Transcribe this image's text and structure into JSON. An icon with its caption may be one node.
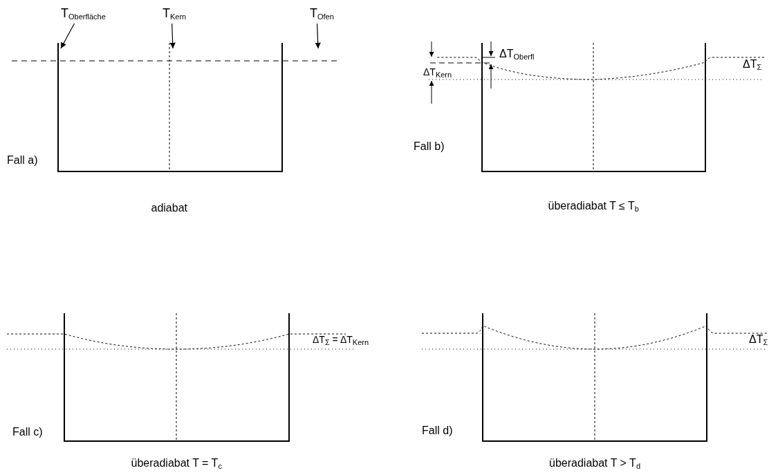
{
  "diagram": {
    "nodes": [
      {
        "text": [
          "T$_{Oberfläche}$"
        ]
      },
      {
        "text": [
          "T$_{Kern}$"
        ]
      },
      {
        "text": [
          "T$_{Ofen}$"
        ]
      }
    ],
    "edges": [
      {
        "from": 0,
        "to": null,
        "arrow": "to"
      },
      {
        "from": 1,
        "to": null,
        "arrow": "to"
      },
      {
        "from": 2,
        "to": null,
        "arrow": "to"
      }
    ],
    "labels": [
      "Fall a)",
      "adiabat",
      "ΔT$_{Oberfl}$",
      "ΔT$_{Kern}$",
      "ΔT$_{Σ}$",
      "Fall b)",
      "überadiabat T ≤ T$_{b}$",
      "ΔT$_{Σ}$ = ΔT$_{Kern}$",
      "Fall c)",
      "überadiabat T = T$_{c}$",
      "ΔT$_{Σ}$",
      "Fall d)",
      "überadiabat T > T$_{d}$"
    ]
  }
}
